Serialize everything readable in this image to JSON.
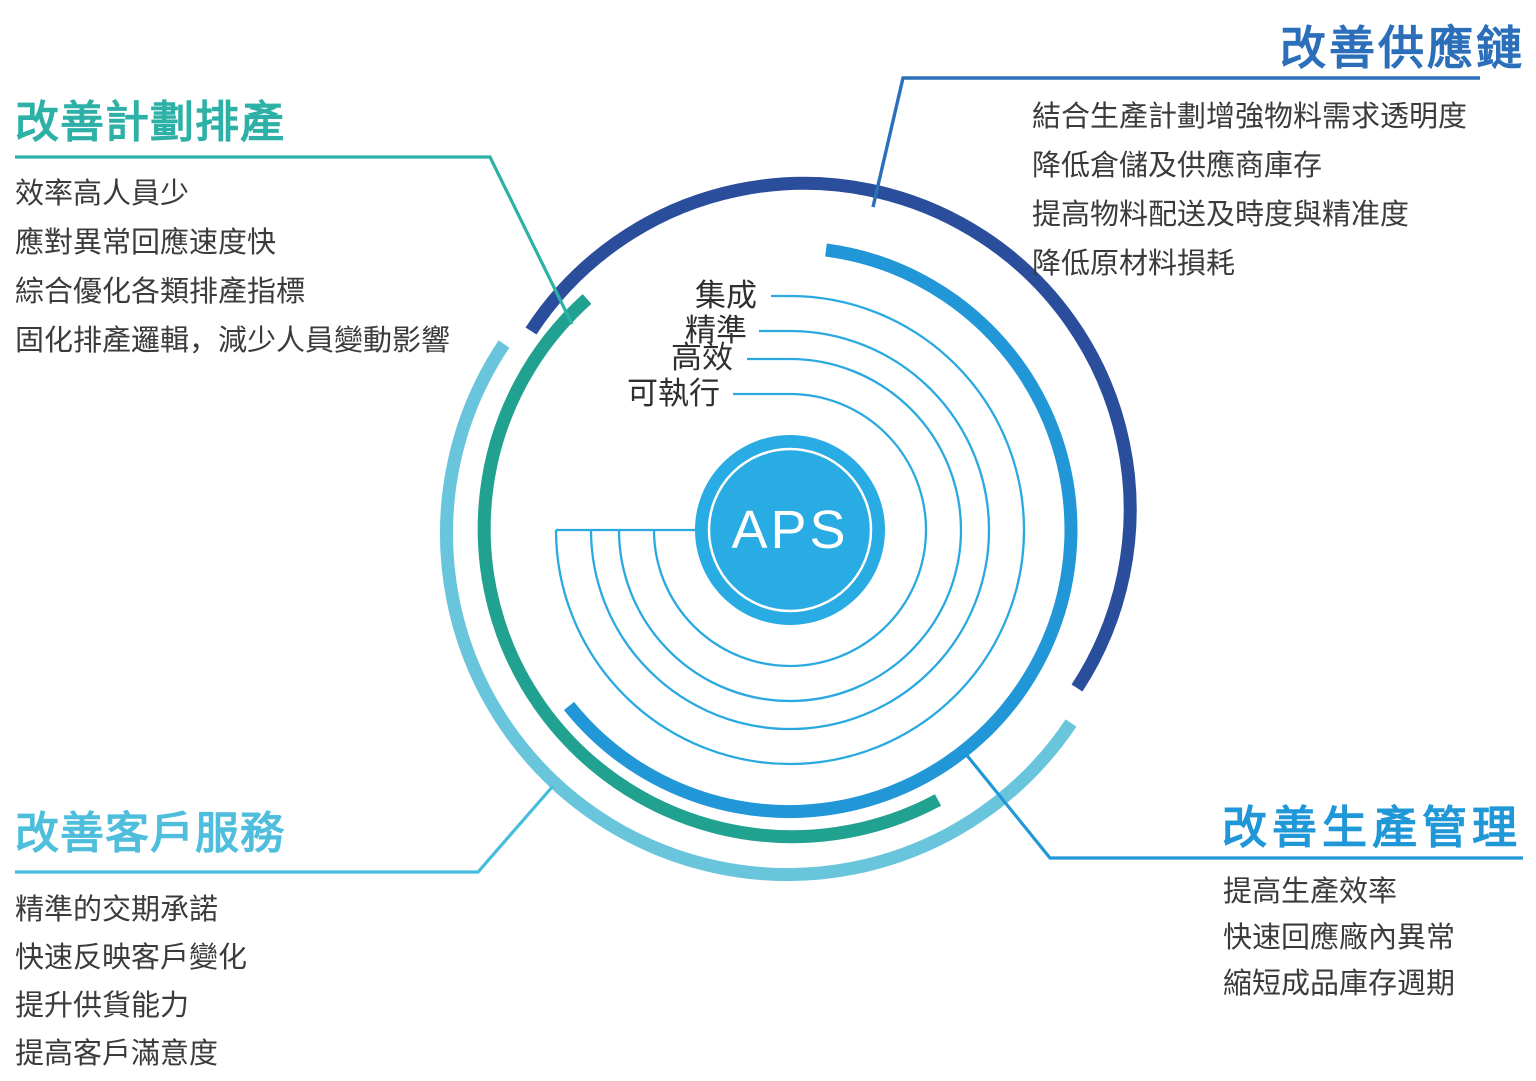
{
  "diagram": {
    "center_label": "APS",
    "ring_labels": [
      "集成",
      "精準",
      "高效",
      "可執行"
    ],
    "sections": {
      "top_left": {
        "title": "改善計劃排產",
        "items": [
          "效率高人員少",
          "應對異常回應速度快",
          "綜合優化各類排產指標",
          "固化排產邏輯，減少人員變動影響"
        ]
      },
      "top_right": {
        "title": "改善供應鏈",
        "items": [
          "結合生產計劃增強物料需求透明度",
          "降低倉儲及供應商庫存",
          "提高物料配送及時度與精准度",
          "降低原材料損耗"
        ]
      },
      "bottom_left": {
        "title": "改善客戶服務",
        "items": [
          "精準的交期承諾",
          "快速反映客戶變化",
          "提升供貨能力",
          "提高客戶滿意度"
        ]
      },
      "bottom_right": {
        "title": "改善生產管理",
        "items": [
          "提高生產效率",
          "快速回應廠內異常",
          "縮短成品庫存週期"
        ]
      }
    },
    "colors": {
      "title_planning_teal": "#2DB1A6",
      "title_supply_blue": "#2B6FBA",
      "title_customer_cyan": "#4FBEDC",
      "title_production_blue": "#2098D8",
      "arc_navy": "#2B4E9C",
      "arc_blue": "#2297D8",
      "arc_teal": "#21A18F",
      "arc_cyan": "#68C5DB",
      "spiral_blue": "#2AA9E1",
      "aps_fill": "#29ABE3",
      "body_text": "#3B3B3B"
    }
  }
}
